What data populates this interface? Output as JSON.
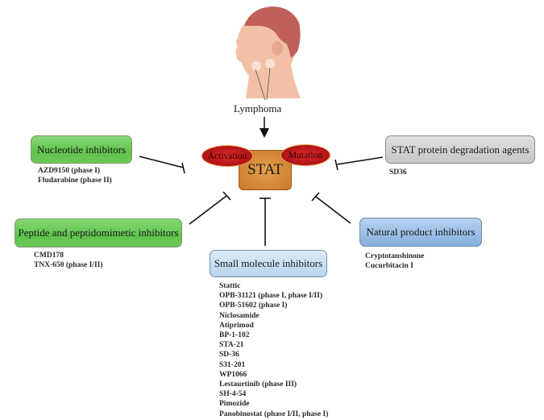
{
  "disease_label": "Lymphoma",
  "center": {
    "label": "STAT",
    "left_badge": "Activation",
    "right_badge": "Mutation",
    "colors": {
      "stat": "#d58b36",
      "badge": "#c01a1e"
    }
  },
  "categories": [
    {
      "id": "nucleotide",
      "label": "Nucleotide inhibitors",
      "color": "#6cc95a",
      "items": [
        "AZD9150 (phase I)",
        "Fludarabine (phase II)"
      ]
    },
    {
      "id": "degradation",
      "label": "STAT protein degradation agents",
      "color": "#d2d2d2",
      "items": [
        "SD36"
      ]
    },
    {
      "id": "peptide",
      "label": "Peptide and peptidomimetic inhibitors",
      "color": "#6cc95a",
      "items": [
        "CMD178",
        "TNX-650 (phase I/II)"
      ]
    },
    {
      "id": "natural",
      "label": "Natural product inhibitors",
      "color": "#9dbde6",
      "items": [
        "Cryptotanshinone",
        "Cucurbitacin I"
      ]
    },
    {
      "id": "small-molecule",
      "label": "Small molecule inhibitors",
      "color": "#c8dff3",
      "items": [
        "Stattic",
        "OPB-31121 (phase I, phase I/II)",
        "OPB-51602 (phase I)",
        "Niclosamide",
        "Atiprimod",
        "BP-1-102",
        "STA-21",
        "SD-36",
        "S31-201",
        "WP1066",
        "Lestaurtinib (phase III)",
        "SH-4-54",
        "Pimozide",
        "Panobinostat (phase I/II, phase I)"
      ]
    }
  ]
}
